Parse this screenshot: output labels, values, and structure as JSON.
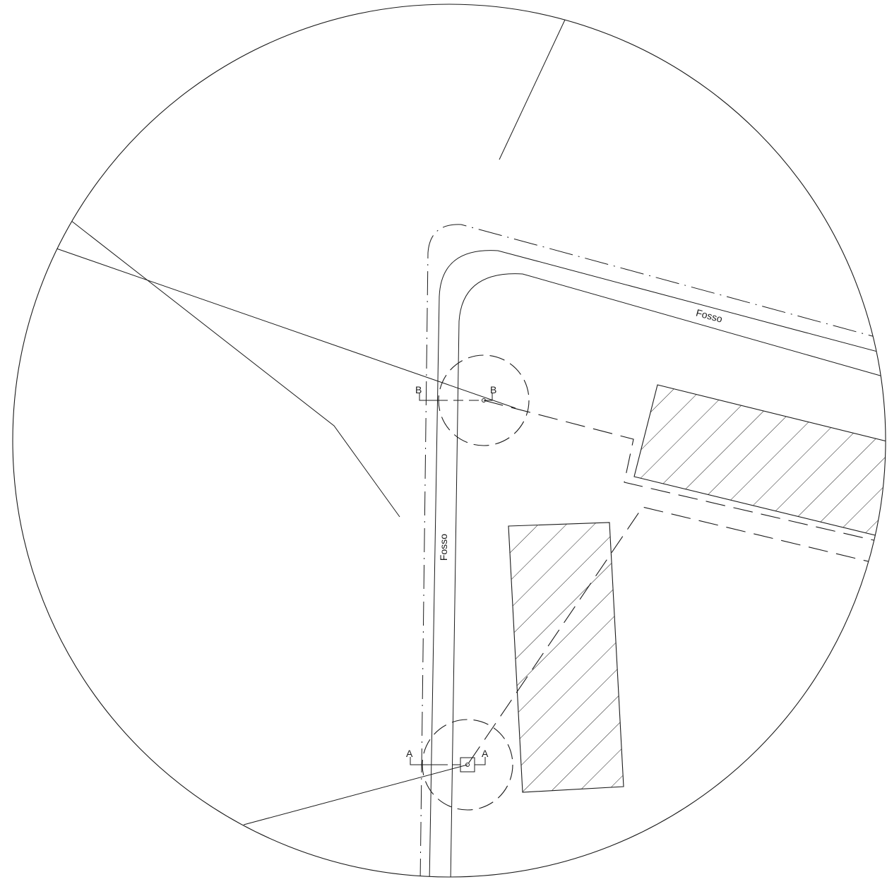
{
  "labels": {
    "ditch_top": "Fosso",
    "ditch_left": "Fosso",
    "section_a": "A",
    "section_b": "B"
  },
  "colors": {
    "line": "#1a1a1a",
    "background": "#ffffff"
  }
}
